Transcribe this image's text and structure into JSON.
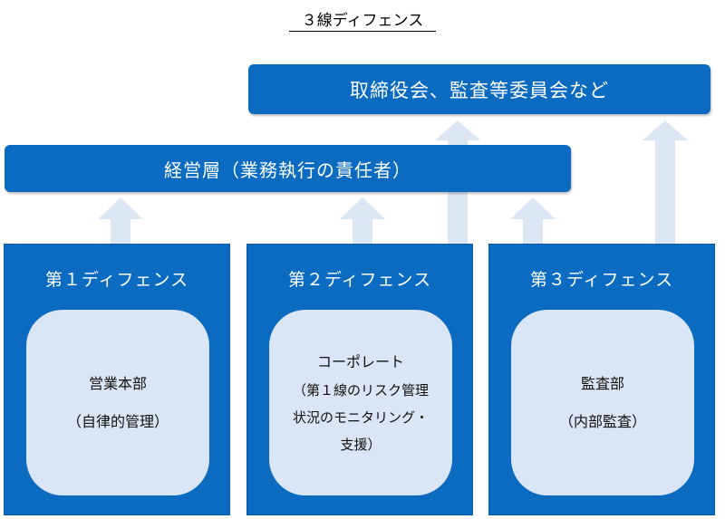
{
  "title": "３線ディフェンス",
  "board": "取締役会、監査等委員会など",
  "management": "経営層（業務執行の責任者）",
  "defenses": [
    {
      "title": "第１ディフェンス",
      "main": "営業本部",
      "detail": "（自律的管理）"
    },
    {
      "title": "第２ディフェンス",
      "main": "コーポレート",
      "detail_lines": [
        "（第１線のリスク管理",
        "状況のモニタリング・",
        "支援）"
      ]
    },
    {
      "title": "第３ディフェンス",
      "main": "監査部",
      "detail": "（内部監査）"
    }
  ],
  "colors": {
    "primary": "#0b6bc1",
    "inner": "#dae5f5",
    "arrow": "#dde7f3"
  }
}
